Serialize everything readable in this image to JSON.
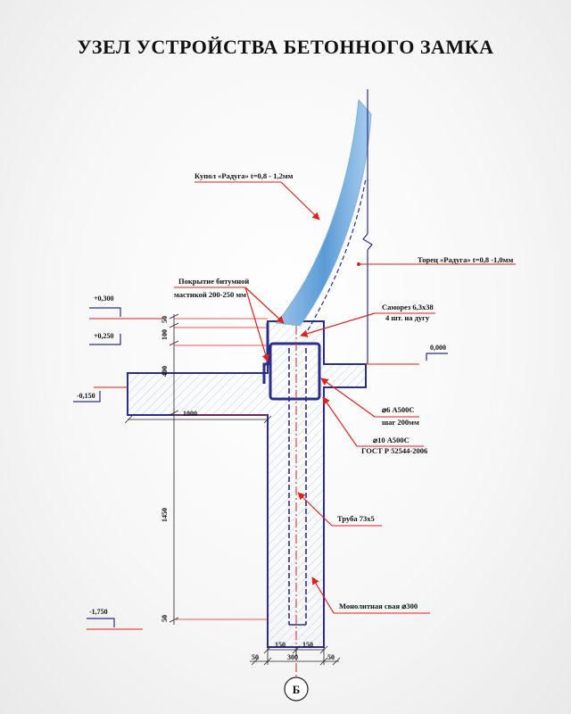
{
  "title": "УЗЕЛ УСТРОЙСТВА БЕТОННОГО ЗАМКА",
  "callouts": {
    "kupol": "Купол «Радуга» t=0,8 - 1,2мм",
    "torec": "Торец «Радуга» t=0,8 -1,0мм",
    "pokrytie_line1": "Покрытие битумной",
    "pokrytie_line2": "мастикой 200-250 мм",
    "samorez_line1": "Саморез 6,3х38",
    "samorez_line2": "4 шт. на дугу",
    "rebar6_line1": "⌀6 А500С",
    "rebar6_line2": "шаг 200мм",
    "rebar10_line1": "⌀10 А500С",
    "rebar10_line2": "ГОСТ Р 52544-2006",
    "truba": "Труба 73х5",
    "svaya": "Монолитная свая ⌀300"
  },
  "levels": {
    "l_p300": "+0,300",
    "l_p250": "+0,250",
    "l_000": "0,000",
    "l_m150": "-0,150",
    "l_m1750": "-1,750"
  },
  "dimensions": {
    "d50_top": "50",
    "d100": "100",
    "d400": "400",
    "d1000": "1000",
    "d1450": "1450",
    "d50_bottom": "50",
    "d150_left": "150",
    "d150_right": "150",
    "d50_left": "50",
    "d300": "300",
    "d50_right": "50"
  },
  "axis_marker": "Б",
  "colors": {
    "structure": "#2b2d8e",
    "leader": "#e0201b",
    "dome": "#5b9bd5",
    "hatch": "#9fc3e0",
    "dimension": "#222222"
  }
}
